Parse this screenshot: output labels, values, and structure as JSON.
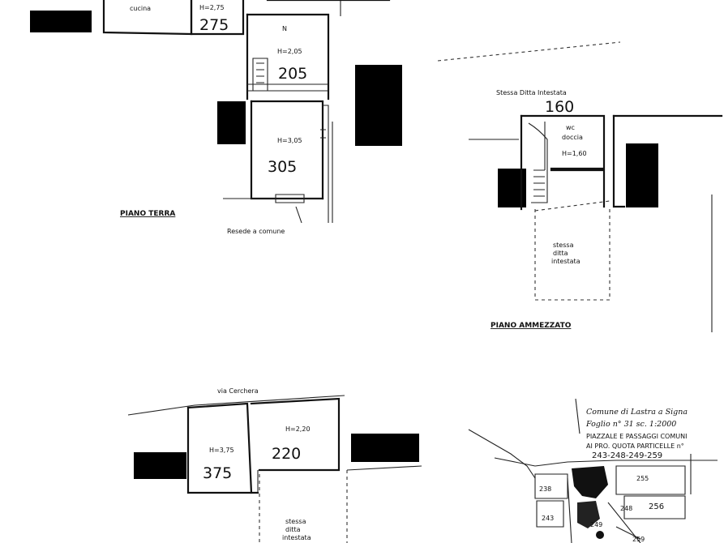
{
  "ground_floor": {
    "title": "PIANO TERRA",
    "kitchen": "cucina",
    "kitchen_height": "H=2,75",
    "kitchen_value": "275",
    "room_mark": "N",
    "room_top_height": "H=2,05",
    "room_top_value": "205",
    "room_main_height": "H=3,05",
    "room_main_value": "305",
    "footnote": "Resede a comune"
  },
  "mezzanine": {
    "title": "PIANO AMMEZZATO",
    "header": "Stessa Ditta Intestata",
    "header_value": "160",
    "wc": "wc",
    "wc_sub": "doccia",
    "wc_height": "H=1,60",
    "lower_room": [
      "stessa",
      "ditta",
      "intestata"
    ]
  },
  "lower_floor": {
    "street": "via Cerchera",
    "room_left_height": "H=3,75",
    "room_left_value": "375",
    "room_right_height": "H=2,20",
    "room_right_value": "220",
    "lower_room": [
      "stessa",
      "ditta",
      "intestata"
    ]
  },
  "cadastral": {
    "lines": [
      "Comune di Lastra a Signa",
      "Foglio n° 31   sc. 1:2000",
      "PIAZZALE E PASSAGGI COMUNI",
      "AI PRO. QUOTA PARTICELLE n°",
      "243-248-249-259"
    ],
    "parcels": [
      "238",
      "255",
      "256",
      "248",
      "249",
      "243",
      "259"
    ]
  }
}
